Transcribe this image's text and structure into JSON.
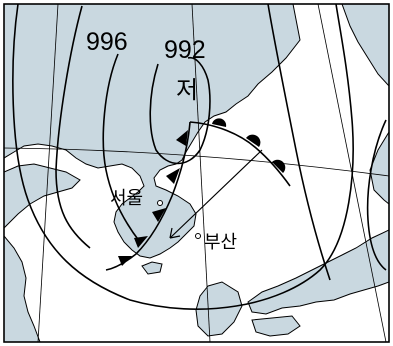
{
  "map": {
    "isobars": [
      {
        "value": "996"
      },
      {
        "value": "992"
      }
    ],
    "low_pressure_label": "저",
    "cities": [
      {
        "name": "서울"
      },
      {
        "name": "부산"
      }
    ],
    "colors": {
      "land": "#c9d8e0",
      "sea": "#ffffff",
      "line": "#000000"
    }
  }
}
